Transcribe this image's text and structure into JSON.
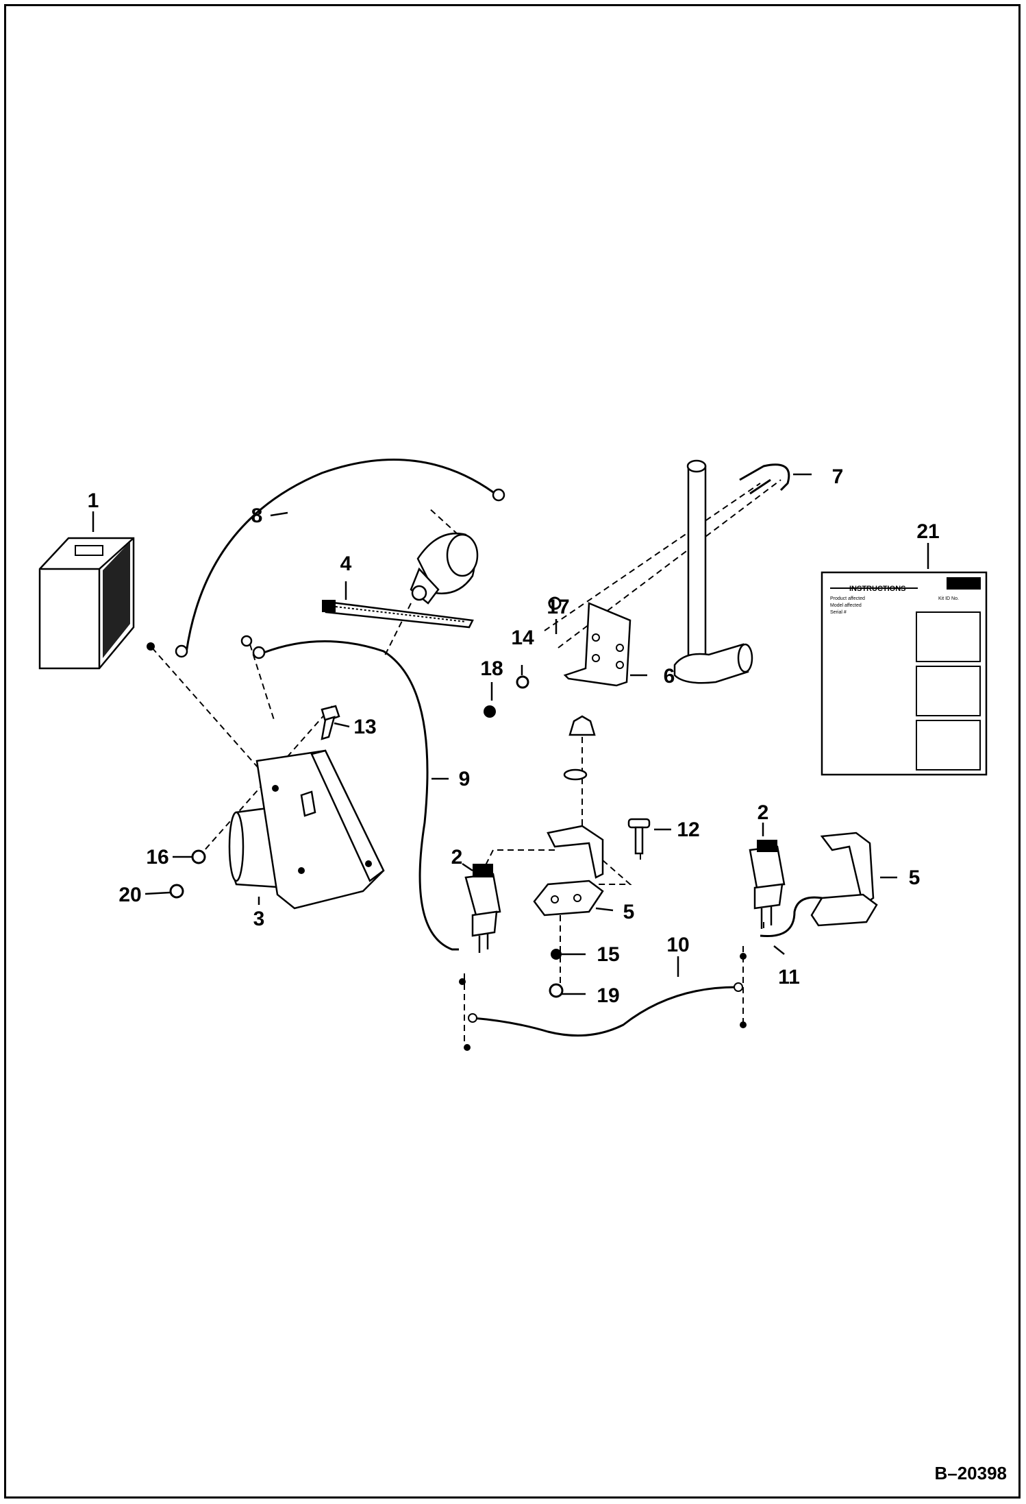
{
  "figure_ref": "B–20398",
  "callouts": [
    "1",
    "2",
    "2",
    "3",
    "4",
    "5",
    "5",
    "6",
    "7",
    "8",
    "9",
    "10",
    "11",
    "12",
    "13",
    "14",
    "15",
    "16",
    "17",
    "18",
    "19",
    "20",
    "21"
  ],
  "instruction_sheet": {
    "title": "INSTRUCTIONS",
    "field1": "Product affected",
    "field2": "Model affected",
    "field3": "Serial #",
    "field4": "Kit ID No."
  }
}
